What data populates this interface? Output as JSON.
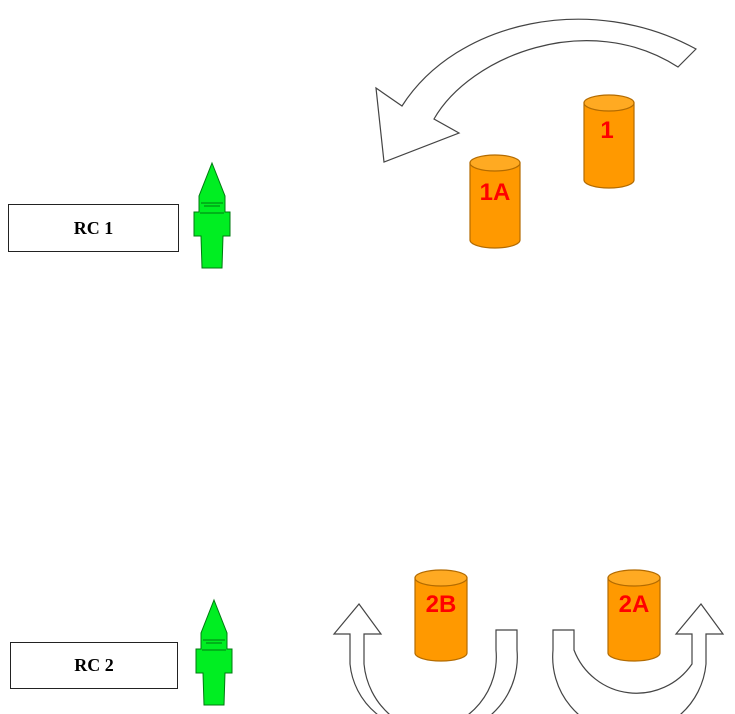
{
  "committee_boats": [
    {
      "id": "rc1",
      "label": "RC 1"
    },
    {
      "id": "rc2",
      "label": "RC 2"
    }
  ],
  "marks": [
    {
      "id": "mark-1",
      "label": "1"
    },
    {
      "id": "mark-1a",
      "label": "1A"
    },
    {
      "id": "mark-2b",
      "label": "2B"
    },
    {
      "id": "mark-2a",
      "label": "2A"
    }
  ],
  "rounding": {
    "mark_1": "counterclockwise",
    "mark_2b": "clockwise",
    "mark_2a": "counterclockwise"
  },
  "colors": {
    "mark_fill": "#ff9900",
    "mark_stroke": "#b36b00",
    "mark_label": "#ff0000",
    "boat_fill": "#00ee22",
    "boat_stroke": "#007a10",
    "arrow_fill": "#ffffff",
    "arrow_stroke": "#444444",
    "box_border": "#222222"
  }
}
